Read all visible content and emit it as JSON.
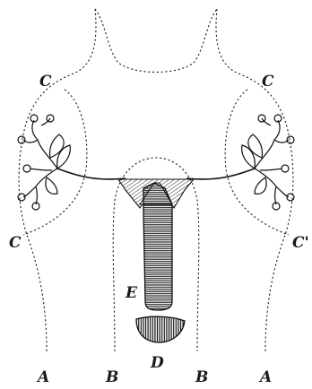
{
  "labels": {
    "a_left": "A",
    "b_left": "B",
    "d": "D",
    "b_right": "B",
    "a_right": "A",
    "c_top_left": "C",
    "c_top_right": "C",
    "c_lower_left": "C",
    "c_lower_right": "C'",
    "e": "E"
  }
}
